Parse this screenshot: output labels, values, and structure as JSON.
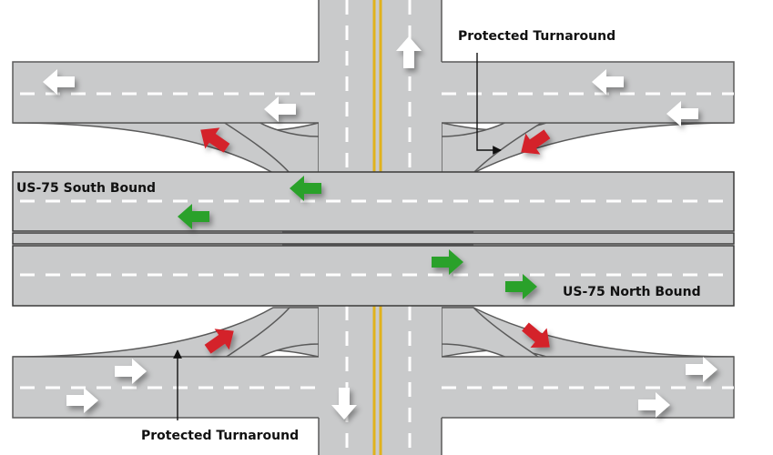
{
  "labels": {
    "sb_label": "US-75 South Bound",
    "nb_label": "US-75 North Bound",
    "top_callout": "Protected Turnaround",
    "bottom_callout": "Protected Turnaround"
  },
  "colors": {
    "road": "#c9cacb",
    "road_edge": "#5a5a5a",
    "lane_marking": "#ffffff",
    "center_line": "#e0b21c",
    "highway_arrow": "#2aa12a",
    "turnaround_arrow": "#d4202a",
    "local_arrow": "#ffffff"
  },
  "icons": [
    "white-arrow-icon",
    "green-arrow-icon",
    "red-arrow-icon",
    "callout-pointer-icon"
  ]
}
